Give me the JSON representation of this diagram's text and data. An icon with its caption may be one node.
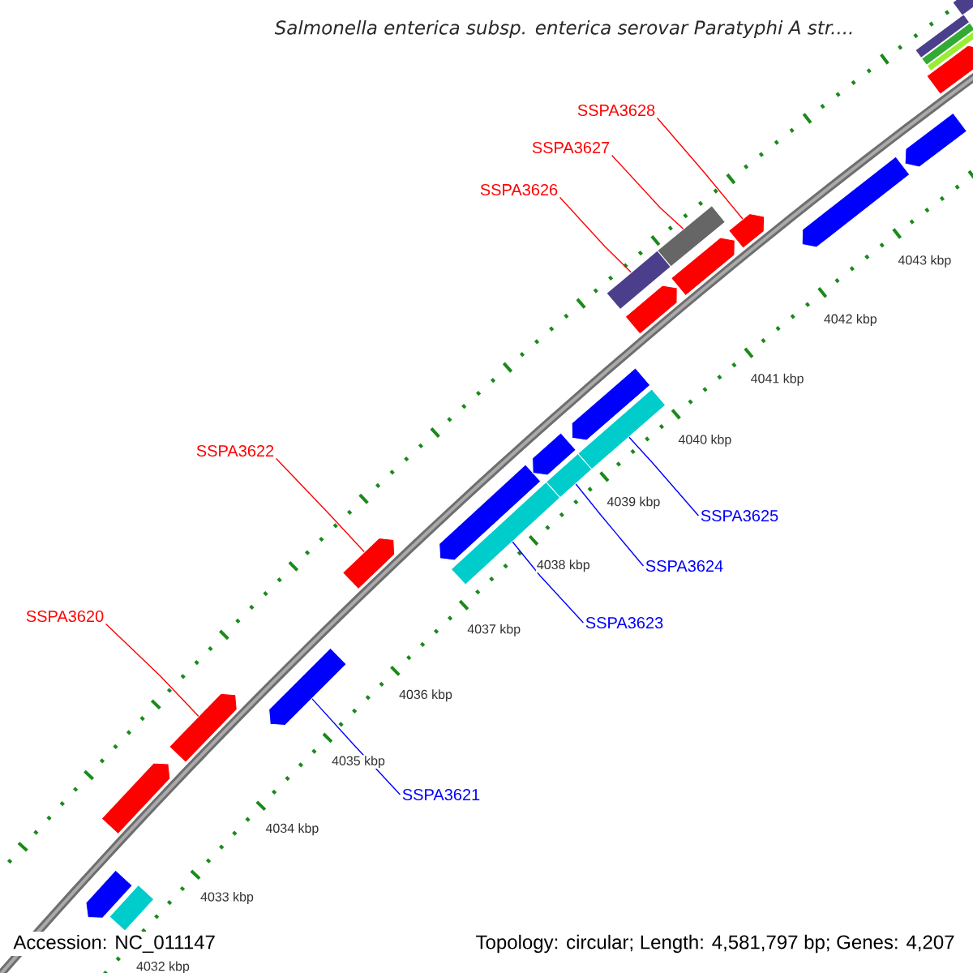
{
  "diagram": {
    "title": "Salmonella enterica subsp. enterica serovar Paratyphi A str....",
    "nodes": [
      {
        "text": [
          "SSPA3628"
        ]
      },
      {
        "text": [
          "SSPA3627"
        ]
      },
      {
        "text": [
          "SSPA3626"
        ]
      },
      {
        "text": [
          "SSPA3622"
        ]
      },
      {
        "text": [
          "SSPA3625"
        ]
      },
      {
        "text": [
          "SSPA3624"
        ]
      },
      {
        "text": [
          "SSPA3620"
        ]
      },
      {
        "text": [
          "SSPA3623"
        ]
      },
      {
        "text": [
          "SSPA3621"
        ]
      },
      {
        "text": [],
        "shape": "pentagon"
      },
      {
        "text": [],
        "shape": "box"
      },
      {
        "text": [],
        "shape": "pentagon"
      },
      {
        "text": [],
        "shape": "pentagon"
      },
      {
        "text": [],
        "shape": "pentagon"
      },
      {
        "text": [],
        "shape": "pentagon"
      },
      {
        "text": [],
        "shape": "pentagon"
      },
      {
        "text": [],
        "shape": "box"
      },
      {
        "text": [],
        "shape": "pentagon"
      },
      {
        "text": [],
        "shape": "box"
      },
      {
        "text": [],
        "shape": "pentagon"
      },
      {
        "text": [],
        "shape": "box"
      },
      {
        "text": [],
        "shape": "box"
      },
      {
        "text": [],
        "shape": "pentagon"
      },
      {
        "text": [],
        "shape": "box"
      },
      {
        "text": [],
        "shape": "pentagon"
      },
      {
        "text": [],
        "shape": "pentagon"
      },
      {
        "text": [],
        "shape": "pentagon"
      },
      {
        "text": [],
        "shape": "pentagon"
      },
      {
        "text": [],
        "shape": "box"
      },
      {
        "text": [],
        "shape": "box"
      },
      {
        "text": [],
        "shape": "box"
      },
      {
        "text": [],
        "shape": "pentagon"
      },
      {
        "text": [],
        "shape": "box"
      }
    ],
    "edges": [
      {
        "from": 0,
        "to": 25,
        "arrow": "none"
      },
      {
        "from": 1,
        "to": 23,
        "arrow": "none"
      },
      {
        "from": 2,
        "to": 21,
        "arrow": "none"
      },
      {
        "from": 3,
        "to": 14,
        "arrow": "none"
      },
      {
        "from": 4,
        "to": 20,
        "arrow": "none",
        "color": "#0000ff"
      },
      {
        "from": 5,
        "to": 18,
        "arrow": "none",
        "color": "#0000ff"
      },
      {
        "from": 6,
        "to": 12,
        "arrow": "none"
      },
      {
        "from": 7,
        "to": 16,
        "arrow": "none",
        "color": "#0000ff"
      },
      {
        "from": 8,
        "to": 13,
        "arrow": "none",
        "color": "#0000ff"
      }
    ],
    "labels": [
      "4043 kbp",
      "4042 kbp",
      "4041 kbp",
      "4040 kbp",
      "4039 kbp",
      "4038 kbp",
      "4037 kbp",
      "4036 kbp",
      "4035 kbp",
      "4034 kbp",
      "4033 kbp",
      "4032 kbp",
      "Accession: NC_011147",
      "Topology: circular; Length: 4,581,797 bp; Genes: 4,207"
    ]
  }
}
